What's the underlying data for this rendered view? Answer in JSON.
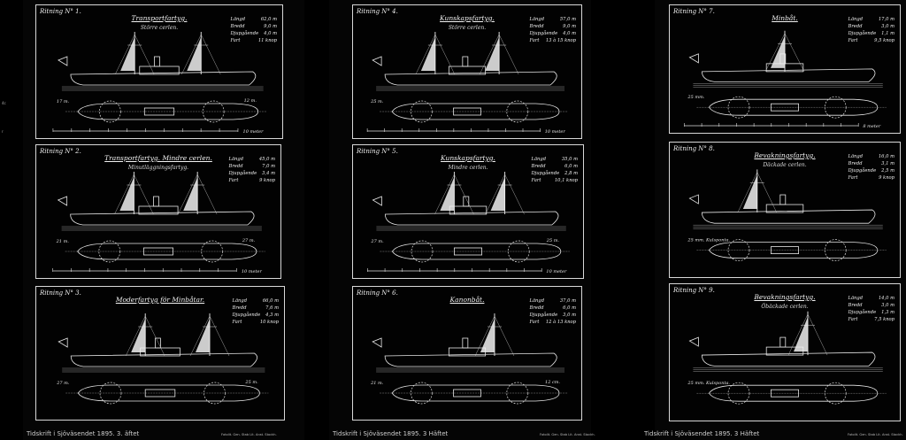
{
  "plates": [
    {
      "label": "Ritning N° 1.",
      "title": "Transportfartyg.",
      "subtitle": "Större cerlen.",
      "specs": [
        [
          "Längd",
          "62,0 m"
        ],
        [
          "Bredd",
          "9,0 m"
        ],
        [
          "Djupgående",
          "4,0 m"
        ],
        [
          "Fart",
          "11 knop"
        ]
      ],
      "dims": [
        "17 m.",
        "12 m."
      ],
      "scale": "10 meter"
    },
    {
      "label": "Ritning N° 2.",
      "title": "Transportfartyg. Mindre cerlen.",
      "subtitle": "Minutläggningsfartyg.",
      "specs": [
        [
          "Längd",
          "45,0 m"
        ],
        [
          "Bredd",
          "7,0 m"
        ],
        [
          "Djupgående",
          "3,4 m"
        ],
        [
          "Fart",
          "9 knop"
        ]
      ],
      "dims": [
        "21 m.",
        "27 m."
      ],
      "scale": "10 meter"
    },
    {
      "label": "Ritning N° 3.",
      "title": "Moderfartyg för Minbåtar.",
      "subtitle": "",
      "specs": [
        [
          "Längd",
          "66,0 m"
        ],
        [
          "Bredd",
          "7,6 m"
        ],
        [
          "Djupgående",
          "4,3 m"
        ],
        [
          "Fart",
          "10 knop"
        ]
      ],
      "dims": [
        "27 m.",
        "25 m."
      ],
      "scale": ""
    },
    {
      "label": "Ritning N° 4.",
      "title": "Kunskapsfartyg.",
      "subtitle": "Större cerlen.",
      "specs": [
        [
          "Längd",
          "57,0 m"
        ],
        [
          "Bredd",
          "9,0 m"
        ],
        [
          "Djupgående",
          "4,0 m"
        ],
        [
          "Fart",
          "13 à 15 knop"
        ]
      ],
      "dims": [
        "25 m.",
        ""
      ],
      "scale": "10 meter"
    },
    {
      "label": "Ritning N° 5.",
      "title": "Kunskapsfartyg.",
      "subtitle": "Mindre cerlen.",
      "specs": [
        [
          "Längd",
          "35,0 m"
        ],
        [
          "Bredd",
          "6,0 m"
        ],
        [
          "Djupgående",
          "2,8 m"
        ],
        [
          "Fart",
          "10,1 knop"
        ]
      ],
      "dims": [
        "27 m.",
        "25 m."
      ],
      "scale": "10 meter"
    },
    {
      "label": "Ritning N° 6.",
      "title": "Kanonbåt.",
      "subtitle": "",
      "specs": [
        [
          "Längd",
          "37,0 m"
        ],
        [
          "Bredd",
          "6,0 m"
        ],
        [
          "Djupgående",
          "3,0 m"
        ],
        [
          "Fart",
          "12 à 13 knop"
        ]
      ],
      "dims": [
        "21 m.",
        "12 cm."
      ],
      "scale": ""
    },
    {
      "label": "Ritning N° 7.",
      "title": "Minbåt.",
      "subtitle": "",
      "specs": [
        [
          "Längd",
          "17,0 m"
        ],
        [
          "Bredd",
          "3,0 m"
        ],
        [
          "Djupgående",
          "1,1 m"
        ],
        [
          "Fart",
          "9,5 knop"
        ]
      ],
      "dims": [
        "25 mm.",
        ""
      ],
      "scale": "8 meter"
    },
    {
      "label": "Ritning N° 8.",
      "title": "Bevakningsfartyg.",
      "subtitle": "Däckade cerlen.",
      "specs": [
        [
          "Längd",
          "16,0 m"
        ],
        [
          "Bredd",
          "3,1 m"
        ],
        [
          "Djupgående",
          "2,5 m"
        ],
        [
          "Fart",
          "9 knop"
        ]
      ],
      "dims": [
        "25 mm. Kulsponta.",
        ""
      ],
      "scale": ""
    },
    {
      "label": "Ritning N° 9.",
      "title": "Bevakningsfartyg.",
      "subtitle": "Öbäckade cerlen.",
      "specs": [
        [
          "Längd",
          "14,0 m"
        ],
        [
          "Bredd",
          "3,0 m"
        ],
        [
          "Djupgående",
          "1,3 m"
        ],
        [
          "Fart",
          "7,5 knop"
        ]
      ],
      "dims": [
        "25 mm. Kulsponta.",
        ""
      ],
      "scale": ""
    }
  ],
  "footer": {
    "left_caption": "Tidskrift i Sjöväsendet 1895.   3. äftet",
    "mid_caption": "Tidskrift i Sjöväsendet  1895.   3 Häftet",
    "right_caption": "Tidskrift i Sjöväsendet 1895.   3 Häftet",
    "publisher": "Fotolit. Gen. Stab Lit. Anst. Stockh."
  },
  "edge_marks": [
    "4c",
    "r"
  ]
}
